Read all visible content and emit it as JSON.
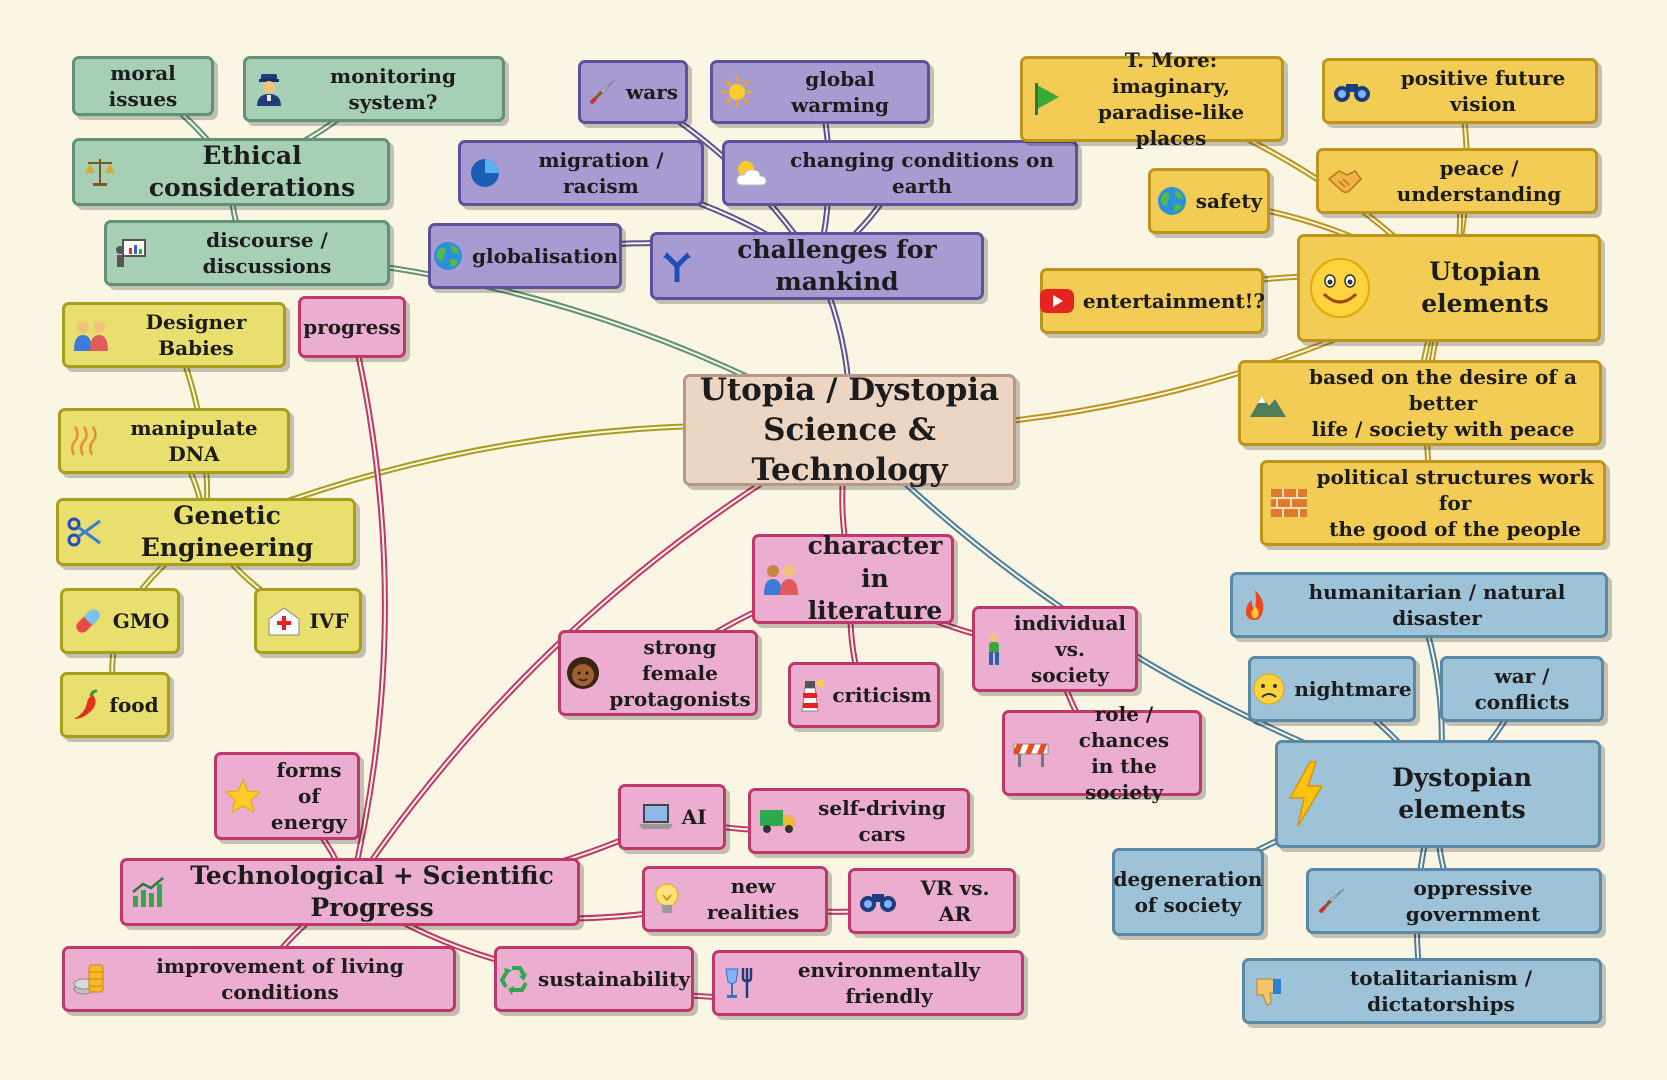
{
  "diagram": {
    "center": {
      "title": "Utopia / Dystopia\nScience & Technology"
    },
    "colors": {
      "green": "#a7cfb6",
      "purple": "#a79bd2",
      "yellow": "#f3cc55",
      "olive": "#e9df6e",
      "pink": "#ecaed0",
      "blue": "#9ec3d8",
      "center": "#ecd5c3",
      "link_green": "#5f9276",
      "link_purple": "#5d5299",
      "link_yellow": "#bd951d",
      "link_olive": "#a89e1e",
      "link_pink": "#c0386a",
      "link_blue": "#4f7e9c"
    },
    "branches": {
      "ethical": {
        "title": "Ethical considerations",
        "icon": "balance-scale-icon",
        "children": [
          {
            "label": "moral issues"
          },
          {
            "label": "monitoring system?",
            "icon": "police-officer-icon"
          },
          {
            "label": "discourse / discussions",
            "icon": "presentation-icon"
          }
        ]
      },
      "challenges": {
        "title": "challenges for mankind",
        "icon": "fork-icon",
        "children": [
          {
            "label": "wars",
            "icon": "dagger-icon"
          },
          {
            "label": "global warming",
            "icon": "sun-icon"
          },
          {
            "label": "migration / racism",
            "icon": "pie-chart-icon"
          },
          {
            "label": "changing conditions on earth",
            "icon": "cloudy-sun-icon"
          },
          {
            "label": "globalisation",
            "icon": "globe-icon"
          }
        ]
      },
      "utopian": {
        "title": "Utopian elements",
        "icon": "smiley-icon",
        "children": [
          {
            "label": "T. More: imaginary,\nparadise-like places",
            "icon": "flag-icon"
          },
          {
            "label": "positive future vision",
            "icon": "binoculars-icon"
          },
          {
            "label": "peace / understanding",
            "icon": "handshake-icon"
          },
          {
            "label": "safety",
            "icon": "globe-icon"
          },
          {
            "label": "entertainment!?",
            "icon": "play-button-icon"
          },
          {
            "label": "based on the desire of a better\nlife / society with peace",
            "icon": "mountain-icon"
          },
          {
            "label": "political structures work for\nthe good of the people",
            "icon": "brick-wall-icon"
          }
        ]
      },
      "genetic": {
        "title": "Genetic Engineering",
        "icon": "scissors-icon",
        "children": [
          {
            "label": "Designer Babies",
            "icon": "family-icon"
          },
          {
            "label": "manipulate DNA",
            "icon": "dna-wave-icon"
          },
          {
            "label": "GMO",
            "icon": "pill-icon"
          },
          {
            "label": "IVF",
            "icon": "hospital-icon"
          },
          {
            "label": "food",
            "icon": "chili-icon"
          }
        ]
      },
      "literature": {
        "title": "character in\nliterature",
        "icon": "people-icon",
        "children": [
          {
            "label": "strong female\nprotagonists",
            "icon": "woman-face-icon"
          },
          {
            "label": "criticism",
            "icon": "lighthouse-icon"
          },
          {
            "label": "individual\nvs. society",
            "icon": "person-icon"
          },
          {
            "label": "role / chances\nin the society",
            "icon": "barrier-icon"
          }
        ]
      },
      "dystopian": {
        "title": "Dystopian elements",
        "icon": "lightning-icon",
        "children": [
          {
            "label": "humanitarian / natural disaster",
            "icon": "fire-icon"
          },
          {
            "label": "nightmare",
            "icon": "frowning-face-icon"
          },
          {
            "label": "war / conflicts"
          },
          {
            "label": "degeneration\nof society"
          },
          {
            "label": "oppressive government",
            "icon": "dagger-icon"
          },
          {
            "label": "totalitarianism / dictatorships",
            "icon": "thumbs-down-icon"
          }
        ]
      },
      "tech": {
        "title": "Technological + Scientific Progress",
        "icon": "chart-up-icon",
        "children": [
          {
            "label": "progress"
          },
          {
            "label": "forms of\nenergy",
            "icon": "star-icon"
          },
          {
            "label": "AI",
            "icon": "laptop-icon"
          },
          {
            "label": "self-driving cars",
            "icon": "truck-icon"
          },
          {
            "label": "new realities",
            "icon": "light-bulb-icon"
          },
          {
            "label": "VR vs. AR",
            "icon": "binoculars-icon"
          },
          {
            "label": "improvement of living conditions",
            "icon": "coins-icon"
          },
          {
            "label": "sustainability",
            "icon": "recycle-icon"
          },
          {
            "label": "environmentally friendly",
            "icon": "glass-fork-icon"
          }
        ]
      }
    }
  }
}
